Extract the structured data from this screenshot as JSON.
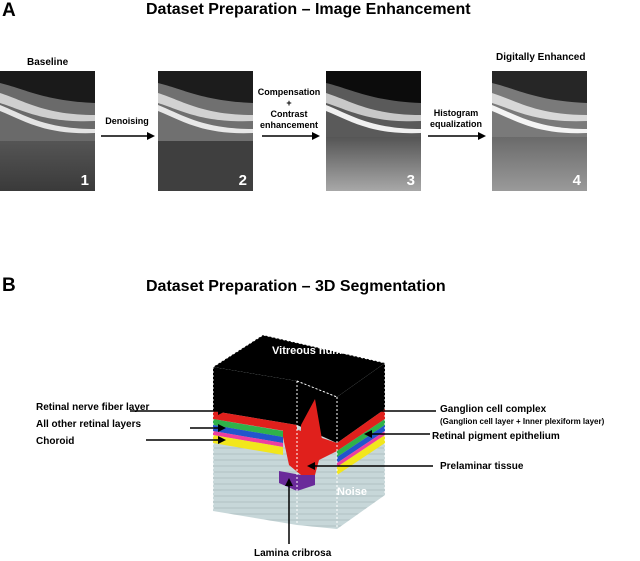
{
  "panel_a": {
    "letter": "A",
    "title": "Dataset Preparation – Image Enhancement",
    "baseline_label": "Baseline",
    "enhanced_label": "Digitally Enhanced",
    "steps": [
      {
        "label": "Denoising"
      },
      {
        "label_lines": [
          "Compensation",
          "+",
          "Contrast",
          "enhancement"
        ]
      },
      {
        "label_lines": [
          "Histogram",
          "equalization"
        ]
      }
    ],
    "image_numbers": [
      "1",
      "2",
      "3",
      "4"
    ]
  },
  "panel_b": {
    "letter": "B",
    "title": "Dataset Preparation – 3D Segmentation",
    "cube_labels": {
      "vitreous": "Vitreous humor",
      "noise": "Noise"
    },
    "left_labels": {
      "rnfl": "Retinal nerve fiber layer",
      "other": "All other retinal layers",
      "choroid": "Choroid"
    },
    "right_labels": {
      "gcc": "Ganglion cell complex",
      "gcc_sub": "(Ganglion cell layer + Inner plexiform layer)",
      "rpe": "Retinal pigment epithelium",
      "prelaminar": "Prelaminar tissue"
    },
    "bottom_label": "Lamina cribrosa"
  },
  "colors": {
    "rnfl": "#e0201c",
    "gcc": "#2fb24a",
    "other": "#2255cc",
    "rpe": "#ee3ea0",
    "choroid": "#f2e61c",
    "lamina": "#6a2a9a",
    "vitreous": "#000000",
    "noise": "#c6d6d8"
  }
}
